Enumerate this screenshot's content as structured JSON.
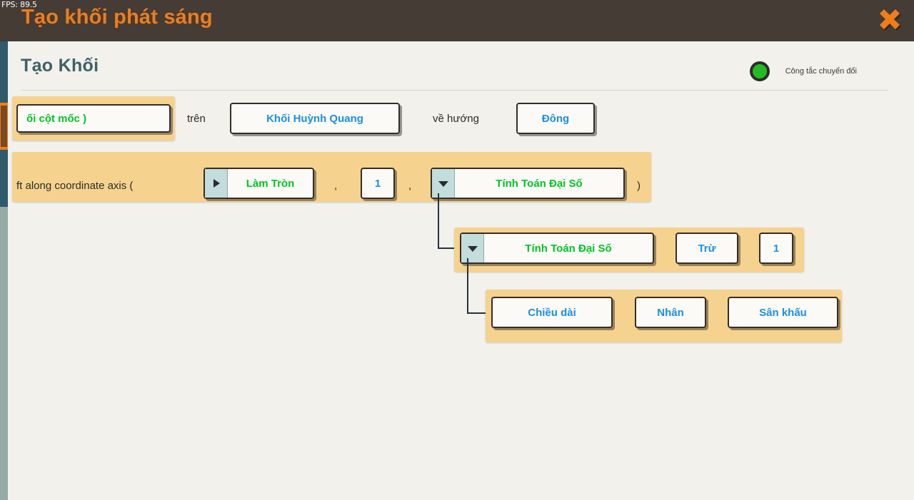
{
  "window": {
    "fps": "FPS: 89.5",
    "title": "Tạo khối phát sáng",
    "close_icon": "close-x-icon"
  },
  "dialog": {
    "title": "Tạo Khối",
    "toggle": {
      "label": "Công tắc chuyển đổi",
      "state": "on",
      "color": "#22bb22"
    }
  },
  "colors": {
    "titlebar": "#443c35",
    "title_text": "#f07d1a",
    "block_row": "#f6d28f",
    "button_face": "#fbfaf6",
    "blue_text": "#1a8fe3",
    "green_text": "#00c425",
    "arrow_box": "#c3dcdc",
    "connector": "#263340",
    "heading": "#3f6168",
    "scrollbar_track": "#96aaa6",
    "scrollbar_thumb": "#2e5a6b",
    "scrollbar_accent": "#f07d1a"
  },
  "rows": {
    "row1": {
      "slot_text": "ối cột mốc )",
      "label_tren": "trên",
      "btn_block": "Khối Huỳnh Quang",
      "label_huong": "về hướng",
      "btn_direction": "Đông"
    },
    "row2": {
      "prefix_text": "ft along coordinate axis  (",
      "btn_round": "Làm Tròn",
      "round_arrow": "collapsed",
      "comma1": ",",
      "num1": "1",
      "comma2": ",",
      "btn_algebra": "Tính Toán Đại Số",
      "algebra_arrow": "expanded",
      "close_paren": ")"
    },
    "row3": {
      "btn_algebra": "Tính Toán Đại Số",
      "algebra_arrow": "expanded",
      "btn_op": "Trừ",
      "num": "1"
    },
    "row4": {
      "btn_length": "Chiều dài",
      "btn_multiply": "Nhân",
      "btn_stage": "Sân khấu"
    }
  }
}
